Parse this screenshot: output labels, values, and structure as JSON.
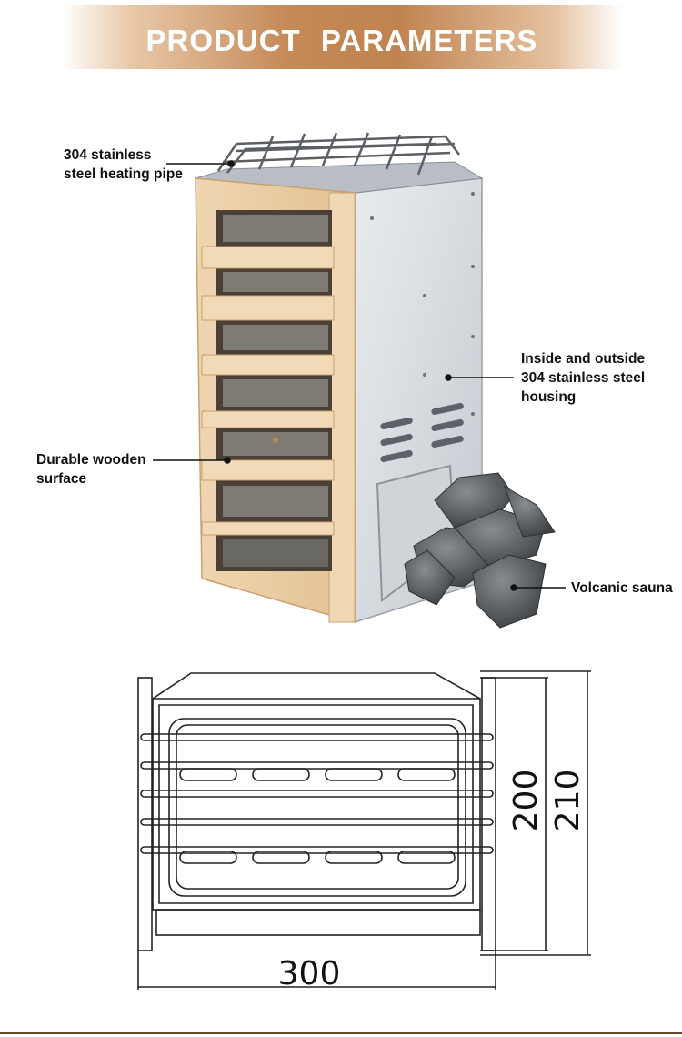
{
  "header": {
    "title": "PRODUCT  PARAMETERS"
  },
  "callouts": {
    "heating_pipe": "304 stainless\nsteel heating pipe",
    "housing": "Inside and outside\n304 stainless steel\nhousing",
    "wooden": "Durable wooden\nsurface",
    "stones": "Volcanic sauna"
  },
  "dimensions": {
    "width": "300",
    "height_inner": "200",
    "height_outer": "210"
  }
}
